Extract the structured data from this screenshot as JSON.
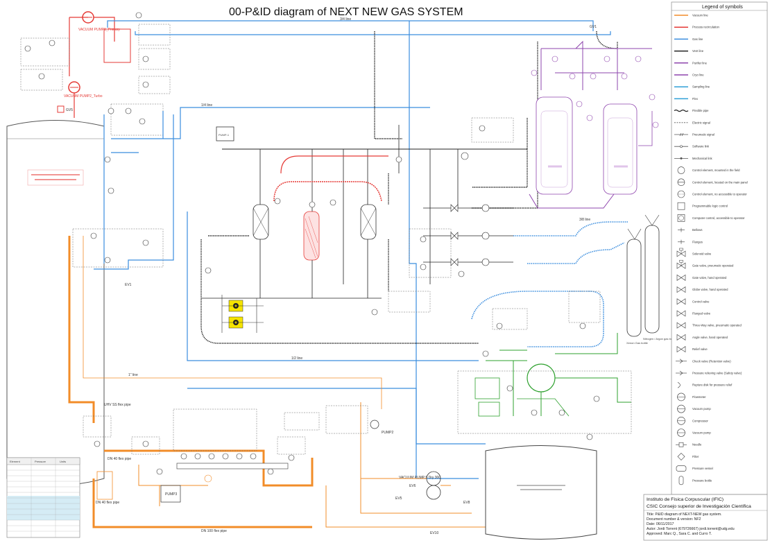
{
  "title": "00-P&ID diagram of  NEXT NEW GAS SYSTEM",
  "legend": {
    "heading": "Legend of symbols",
    "items": [
      {
        "label": "Vacuum line",
        "kind": "line",
        "color": "#f28c28"
      },
      {
        "label": "Process recirculation",
        "kind": "line",
        "color": "#e53935"
      },
      {
        "label": "Gas line",
        "kind": "line",
        "color": "#3a8dde"
      },
      {
        "label": "Vent line",
        "kind": "line",
        "color": "#222222"
      },
      {
        "label": "Purifier line",
        "kind": "line",
        "color": "#8e44ad"
      },
      {
        "label": "Cryo line",
        "kind": "line",
        "color": "#8e44ad"
      },
      {
        "label": "Sampling line",
        "kind": "line",
        "color": "#2e9fd6"
      },
      {
        "label": "Flex",
        "kind": "line",
        "color": "#2e9fd6"
      },
      {
        "label": "Flexible pipe",
        "kind": "wavy",
        "color": "#222222"
      },
      {
        "label": "Electric signal",
        "kind": "dash",
        "color": "#555555"
      },
      {
        "label": "Pneumatic signal",
        "kind": "slash",
        "color": "#555555"
      },
      {
        "label": "Software link",
        "kind": "circ",
        "color": "#555555"
      },
      {
        "label": "Mechanical link",
        "kind": "dot",
        "color": "#555555"
      },
      {
        "label": "Control element, mounted in the field",
        "kind": "circle",
        "color": "#333333"
      },
      {
        "label": "Control element, located on the main panel",
        "kind": "circle-bar",
        "color": "#333333"
      },
      {
        "label": "Control element, no accessible to operator",
        "kind": "circle-dash",
        "color": "#333333"
      },
      {
        "label": "Programmable logic control",
        "kind": "square",
        "color": "#333333"
      },
      {
        "label": "Computer control, accessible to operator",
        "kind": "square-circle",
        "color": "#333333"
      },
      {
        "label": "Bellows",
        "kind": "small",
        "color": "#333333"
      },
      {
        "label": "Flanges",
        "kind": "small",
        "color": "#333333"
      },
      {
        "label": "Solenoid valve",
        "kind": "valve-sol",
        "color": "#333333"
      },
      {
        "label": "Gate valve, pneumatic operated",
        "kind": "valve-pn",
        "color": "#333333"
      },
      {
        "label": "Gate valve, hand operated",
        "kind": "valve",
        "color": "#333333"
      },
      {
        "label": "Globe valve, hand operated",
        "kind": "valve-globe",
        "color": "#333333"
      },
      {
        "label": "Control valve",
        "kind": "valve-ctrl",
        "color": "#333333"
      },
      {
        "label": "Flanged valve",
        "kind": "valve-fl",
        "color": "#333333"
      },
      {
        "label": "Three-Way valve, pneumatic operated",
        "kind": "valve-3",
        "color": "#333333"
      },
      {
        "label": "Angle valve, hand operated",
        "kind": "valve-angle",
        "color": "#333333"
      },
      {
        "label": "Relief valve",
        "kind": "valve-relief",
        "color": "#333333"
      },
      {
        "label": "Check valve (Retention valve)",
        "kind": "check",
        "color": "#333333"
      },
      {
        "label": "Pressure relieving valve (Safety valve)",
        "kind": "check",
        "color": "#333333"
      },
      {
        "label": "Rupture disk for pressure relief",
        "kind": "rupture",
        "color": "#333333"
      },
      {
        "label": "Flowmeter",
        "kind": "flow",
        "color": "#333333"
      },
      {
        "label": "Vacuum pump",
        "kind": "pump",
        "color": "#333333"
      },
      {
        "label": "Compressor",
        "kind": "compressor",
        "color": "#333333"
      },
      {
        "label": "Vacuum pump",
        "kind": "pump2",
        "color": "#333333"
      },
      {
        "label": "Needle",
        "kind": "needle",
        "color": "#333333"
      },
      {
        "label": "Filter",
        "kind": "filter",
        "color": "#333333"
      },
      {
        "label": "Pressure vessel",
        "kind": "vessel",
        "color": "#333333"
      },
      {
        "label": "Pressure bottle",
        "kind": "bottle",
        "color": "#333333"
      }
    ]
  },
  "info": {
    "institute": "Instituto de Física Corpuscular (IFIC)",
    "council": "CSIC Consejo superior de Investigación Científica",
    "lines": [
      "Title: P&ID diagram of NEXT-NEW gas system.",
      "Document number & version: NF2",
      "Date: 06/11/2017",
      "Autor: Jordi Torrent (679726667) jordi.torrent@udg.edu",
      "Approved: Marc Q., Sara C. and Curro T."
    ]
  },
  "components": {
    "vac_primary": "VACUUM PUMP1_Primary",
    "vac_turbo": "VACUUM PUMP2_Turbo",
    "vac_pump5": "VACUUM PUMP 5 Dry 300",
    "pump3": "PUMP3",
    "pump2": "PUMP2",
    "gv5": "GV5",
    "gv1": "GV1",
    "ev1": "EV1",
    "ev5": "EV5",
    "ev6": "EV6",
    "ev8": "EV8",
    "ev10": "EV10",
    "xenon_bottle": "Xenon Gas bottle",
    "nitrogen_bottle": "Nitrogen / Argon gas bottle",
    "line_labels": [
      "3/4 line",
      "1/4 line",
      "1/2 line",
      "1\" line",
      "3/8 line"
    ],
    "vac_line_a": "UHV SS flex pipe",
    "vac_line_b": "DN 40 flex pipe",
    "vac_line_c": "DN 100 flex pipe",
    "vac_line_d": "DN 40 flex pipe"
  },
  "colors": {
    "vacuum": "#f28c28",
    "process": "#e53935",
    "gas": "#3a8dde",
    "vent": "#222222",
    "purifier": "#8e44ad",
    "green": "#2ca02c",
    "radiation": "#f5e400"
  },
  "table": {
    "headers": [
      "Element",
      "Pressure",
      "Units"
    ],
    "rows": 14
  }
}
